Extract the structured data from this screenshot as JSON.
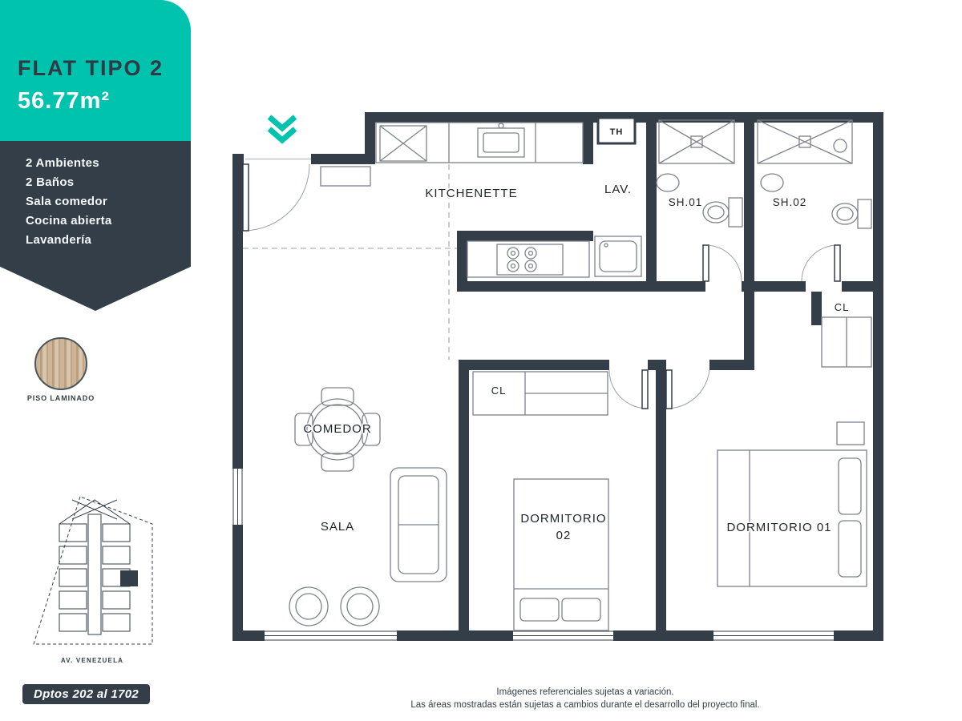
{
  "panel": {
    "title": "FLAT TIPO 2",
    "area": "56.77m²",
    "features": [
      "2 Ambientes",
      "2 Baños",
      "Sala comedor",
      "Cocina abierta",
      "Lavandería"
    ],
    "material_label": "PISO LAMINADO",
    "street_label": "AV. VENEZUELA",
    "units_badge": "Dptos 202 al 1702"
  },
  "plan": {
    "rooms": {
      "kitchenette": "KITCHENETTE",
      "th": "TH",
      "lav": "LAV.",
      "sh01": "SH.01",
      "sh02": "SH.02",
      "cl_hall": "CL",
      "cl_bedroom": "CL",
      "comedor": "COMEDOR",
      "sala": "SALA",
      "dorm02_line1": "DORMITORIO",
      "dorm02_line2": "02",
      "dorm01": "DORMITORIO 01"
    }
  },
  "footer": {
    "line1": "Imágenes referenciales sujetas a variación.",
    "line2": "Las áreas mostradas están sujetas a cambios durante el desarrollo del proyecto final."
  },
  "colors": {
    "teal": "#00C3AE",
    "navy": "#333E48",
    "wood_light": "#D8C5AB",
    "wood_dark": "#B89F7E"
  }
}
